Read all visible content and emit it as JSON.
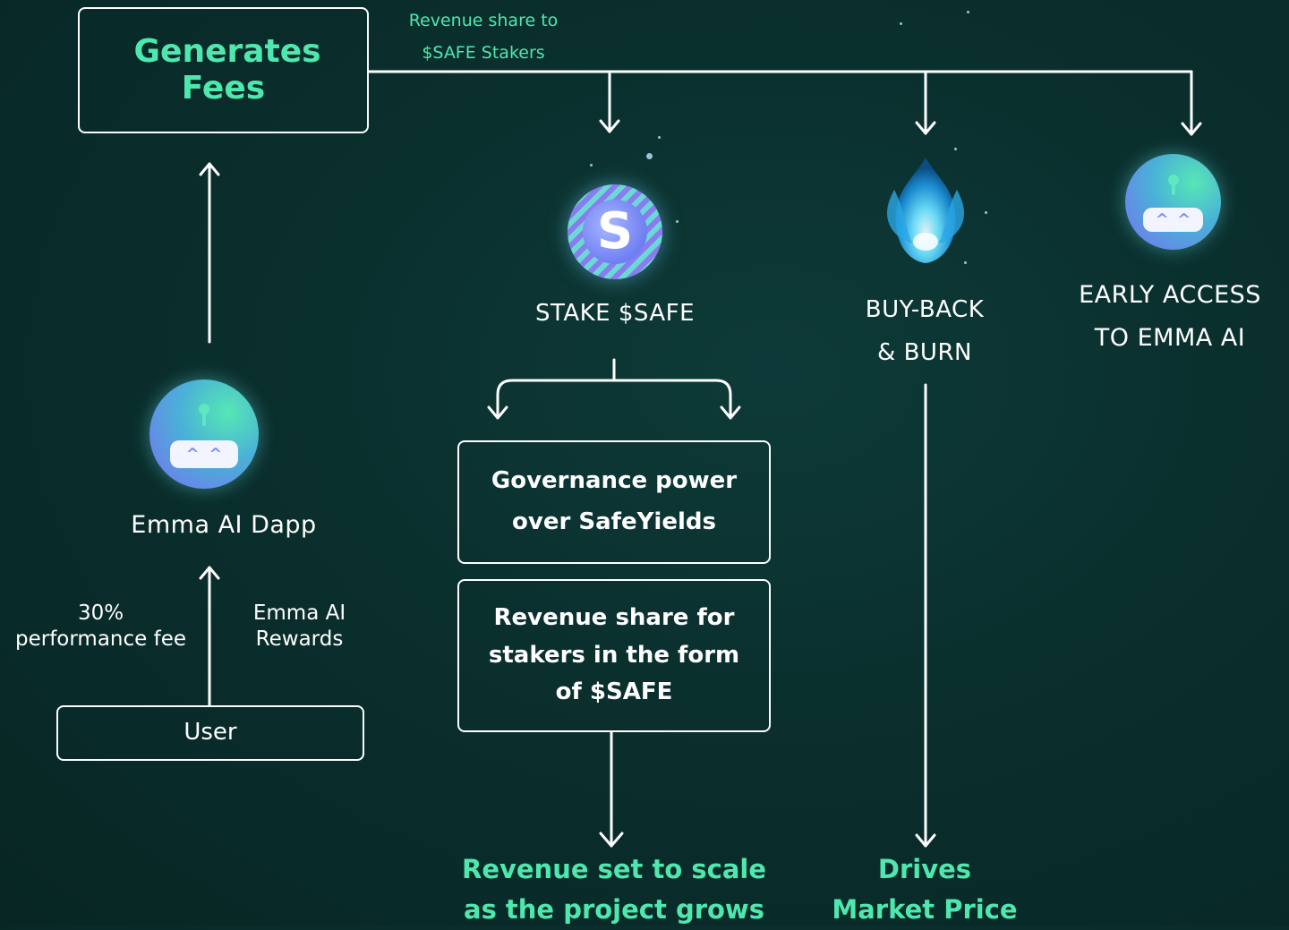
{
  "colors": {
    "background": "#0a2f2d",
    "accent_green": "#4ee8ae",
    "line": "#ffffff",
    "robot_gradient": [
      "#56e7b4",
      "#4ab0d8",
      "#7a6ef2"
    ]
  },
  "fees_box": {
    "title": "Generates Fees"
  },
  "revenue_share_note": {
    "line1": "Revenue share to",
    "line2": "$SAFE Stakers"
  },
  "emma_dapp": {
    "label": "Emma AI Dapp",
    "icon": "robot-icon"
  },
  "user_box": {
    "label": "User"
  },
  "flow_notes": {
    "fee_line1": "30%",
    "fee_line2": "performance fee",
    "reward_line1": "Emma AI",
    "reward_line2": "Rewards"
  },
  "stake": {
    "label": "STAKE $SAFE",
    "icon": "safe-coin-icon",
    "coin_glyph": "S",
    "governance_line1": "Governance power",
    "governance_line2": "over SafeYields",
    "revenue_line1": "Revenue share for",
    "revenue_line2": "stakers in the form",
    "revenue_line3": "of $SAFE",
    "outcome_line1": "Revenue set to scale",
    "outcome_line2": "as the project grows"
  },
  "buyback": {
    "label_line1": "BUY-BACK",
    "label_line2": "& BURN",
    "icon": "flame-icon",
    "outcome_line1": "Drives",
    "outcome_line2": "Market Price"
  },
  "early_access": {
    "label_line1": "EARLY ACCESS",
    "label_line2": "TO EMMA AI",
    "icon": "robot-icon"
  }
}
